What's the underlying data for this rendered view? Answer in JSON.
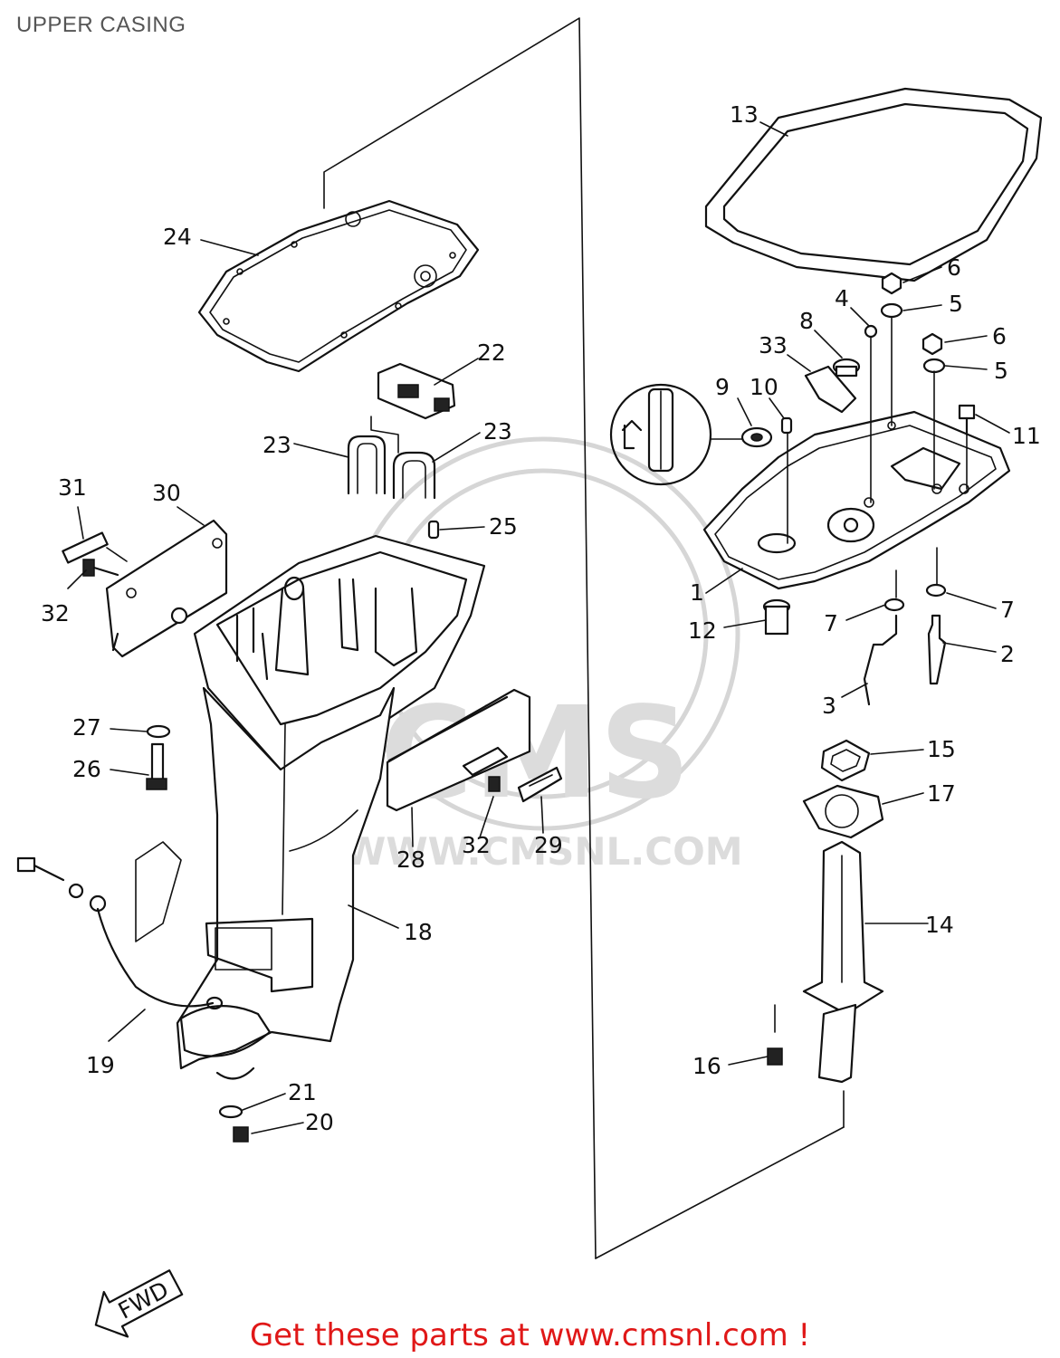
{
  "page": {
    "title": "UPPER CASING"
  },
  "watermark": {
    "brand": "CMS",
    "url": "WWW.CMSNL.COM"
  },
  "direction_marker": {
    "label": "FWD"
  },
  "callouts": [
    {
      "id": "c1",
      "label": "1"
    },
    {
      "id": "c2",
      "label": "2"
    },
    {
      "id": "c3",
      "label": "3"
    },
    {
      "id": "c4",
      "label": "4"
    },
    {
      "id": "c5a",
      "label": "5"
    },
    {
      "id": "c5b",
      "label": "5"
    },
    {
      "id": "c6a",
      "label": "6"
    },
    {
      "id": "c6b",
      "label": "6"
    },
    {
      "id": "c7a",
      "label": "7"
    },
    {
      "id": "c7b",
      "label": "7"
    },
    {
      "id": "c8",
      "label": "8"
    },
    {
      "id": "c9",
      "label": "9"
    },
    {
      "id": "c10",
      "label": "10"
    },
    {
      "id": "c11",
      "label": "11"
    },
    {
      "id": "c12",
      "label": "12"
    },
    {
      "id": "c13",
      "label": "13"
    },
    {
      "id": "c14",
      "label": "14"
    },
    {
      "id": "c15",
      "label": "15"
    },
    {
      "id": "c16",
      "label": "16"
    },
    {
      "id": "c17",
      "label": "17"
    },
    {
      "id": "c18",
      "label": "18"
    },
    {
      "id": "c19",
      "label": "19"
    },
    {
      "id": "c20",
      "label": "20"
    },
    {
      "id": "c21",
      "label": "21"
    },
    {
      "id": "c22",
      "label": "22"
    },
    {
      "id": "c23a",
      "label": "23"
    },
    {
      "id": "c23b",
      "label": "23"
    },
    {
      "id": "c24",
      "label": "24"
    },
    {
      "id": "c25",
      "label": "25"
    },
    {
      "id": "c26",
      "label": "26"
    },
    {
      "id": "c27",
      "label": "27"
    },
    {
      "id": "c28",
      "label": "28"
    },
    {
      "id": "c29",
      "label": "29"
    },
    {
      "id": "c30",
      "label": "30"
    },
    {
      "id": "c31",
      "label": "31"
    },
    {
      "id": "c32a",
      "label": "32"
    },
    {
      "id": "c32b",
      "label": "32"
    },
    {
      "id": "c33",
      "label": "33"
    }
  ],
  "footer": {
    "link_text": "Get these parts at www.cmsnl.com !"
  },
  "colors": {
    "ink": "#111111",
    "link": "#e01818",
    "title": "#555555",
    "watermark": "#d6d6d6"
  }
}
